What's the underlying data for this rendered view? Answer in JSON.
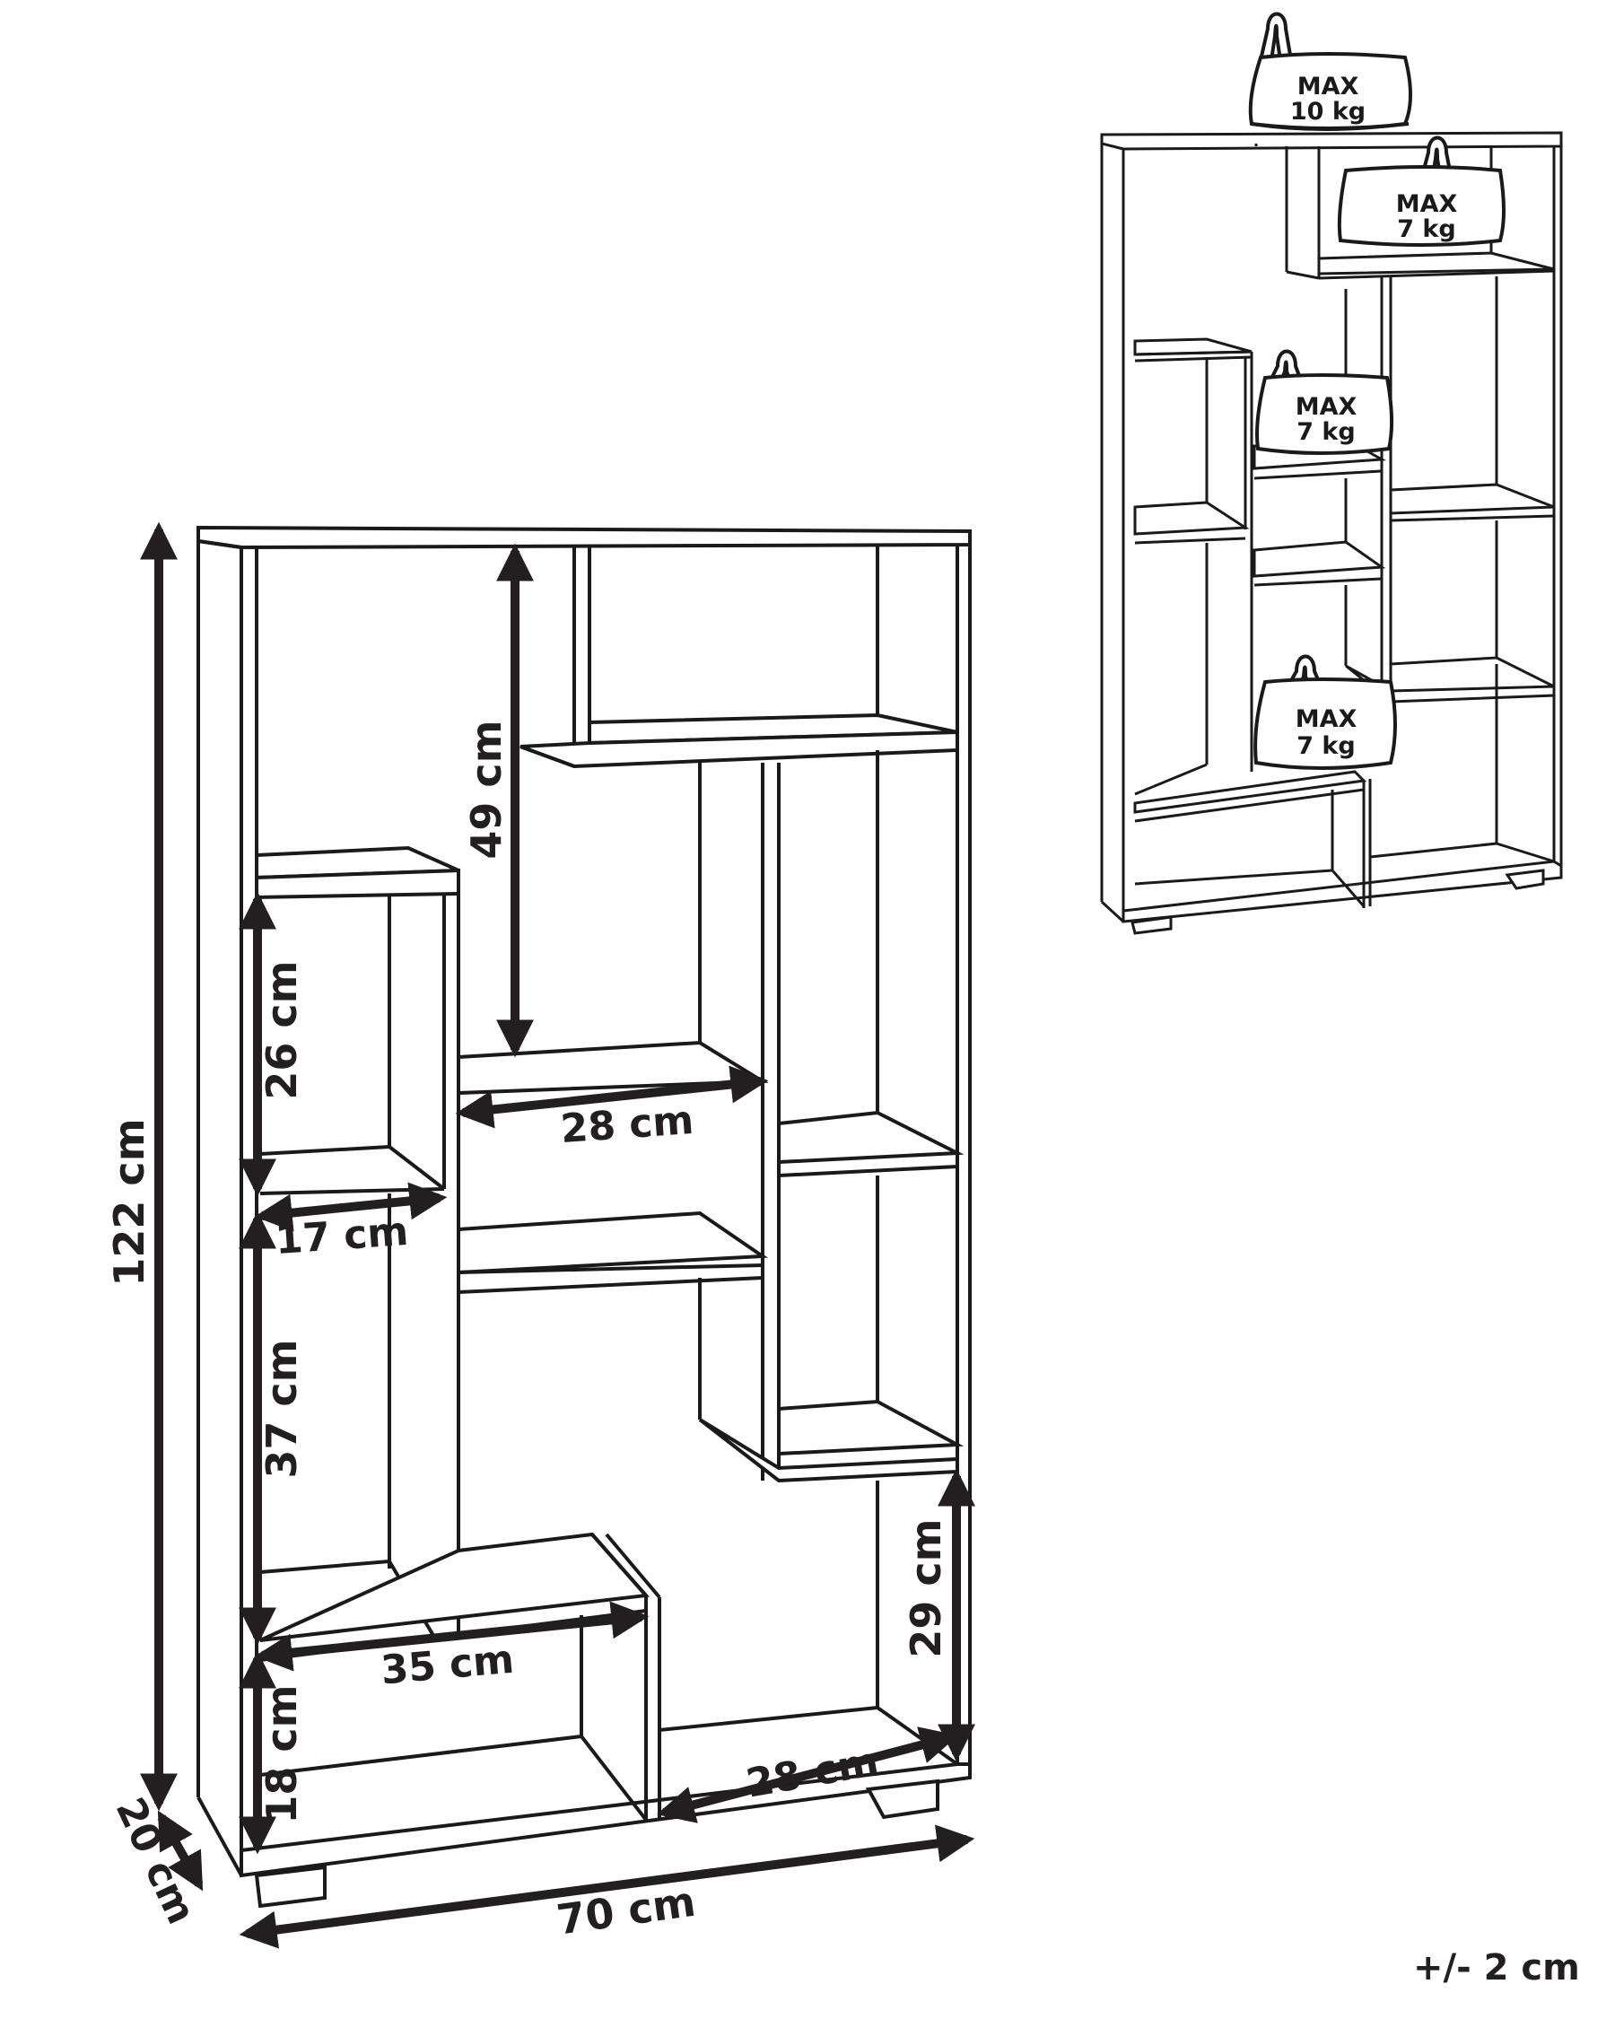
{
  "diagram": {
    "type": "furniture-dimension-drawing",
    "subject": "bookshelf",
    "main_view": {
      "dimensions": {
        "overall_height": "122 cm",
        "overall_width": "70 cm",
        "depth": "20 cm",
        "top_middle_compartment_height": "49 cm",
        "upper_left_compartment_height": "26 cm",
        "upper_left_compartment_width": "17 cm",
        "middle_shelf_width": "28 cm",
        "lower_left_compartment_height": "37 cm",
        "bottom_left_compartment_width": "35 cm",
        "bottom_left_compartment_height": "18 cm",
        "bottom_right_compartment_height": "29 cm",
        "bottom_right_compartment_width": "28 cm"
      }
    },
    "load_view": {
      "weights": [
        {
          "position": "top",
          "line1": "MAX",
          "line2": "10 kg"
        },
        {
          "position": "upper-right-shelf",
          "line1": "MAX",
          "line2": "7 kg"
        },
        {
          "position": "middle-shelf",
          "line1": "MAX",
          "line2": "7 kg"
        },
        {
          "position": "lower-middle-shelf",
          "line1": "MAX",
          "line2": "7 kg"
        }
      ]
    },
    "tolerance": "+/- 2 cm"
  },
  "colors": {
    "line": "#1a1a1a",
    "dimension": "#231f20",
    "background": "#ffffff"
  }
}
